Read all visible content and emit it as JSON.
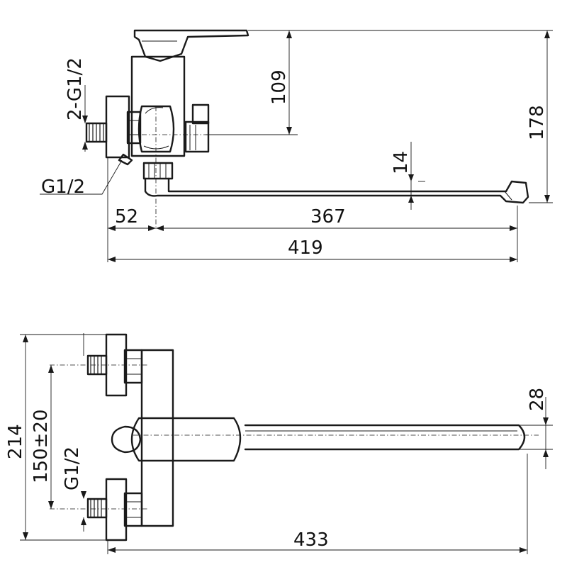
{
  "side_view": {
    "thread_inlets": "2-G1/2",
    "thread_outlet": "G1/2",
    "height_handle": "109",
    "height_total": "178",
    "spout_thickness": "14",
    "offset_wall": "52",
    "spout_length": "367",
    "total_length": "419"
  },
  "top_view": {
    "height_total": "214",
    "inlet_spacing": "150±20",
    "thread": "G1/2",
    "spout_width": "28",
    "total_length": "433"
  }
}
